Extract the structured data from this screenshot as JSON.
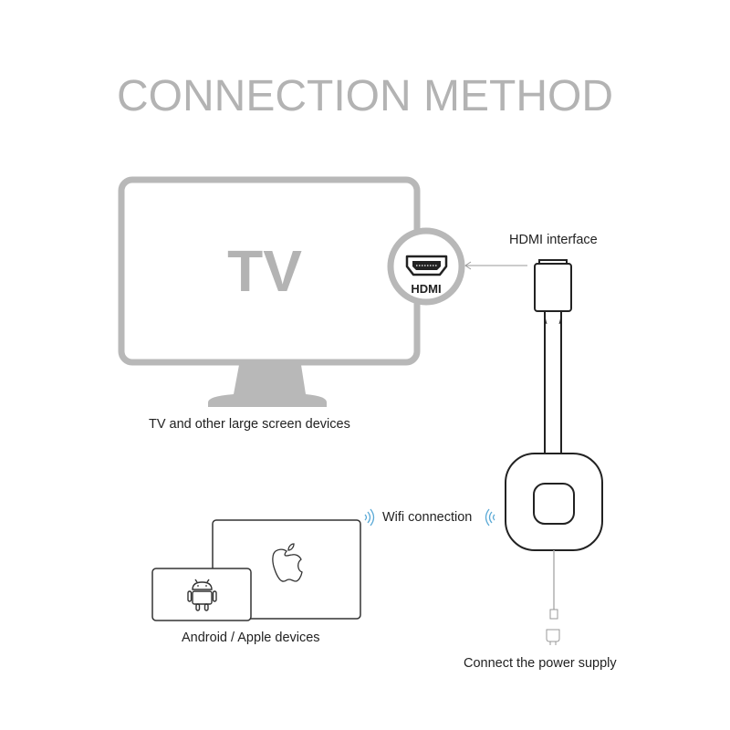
{
  "title": "CONNECTION METHOD",
  "tv": {
    "screen_text": "TV",
    "label": "TV and other large screen devices"
  },
  "hdmi": {
    "badge_text": "HDMI",
    "label": "HDMI interface"
  },
  "wifi": {
    "label": "Wifi connection"
  },
  "devices": {
    "label": "Android / Apple devices"
  },
  "power": {
    "label": "Connect the power supply"
  },
  "colors": {
    "title_gray": "#b3b3b3",
    "tv_gray": "#b8b8b8",
    "line_dark": "#222222",
    "text": "#222222",
    "wifi_blue": "#5aa9d6"
  }
}
